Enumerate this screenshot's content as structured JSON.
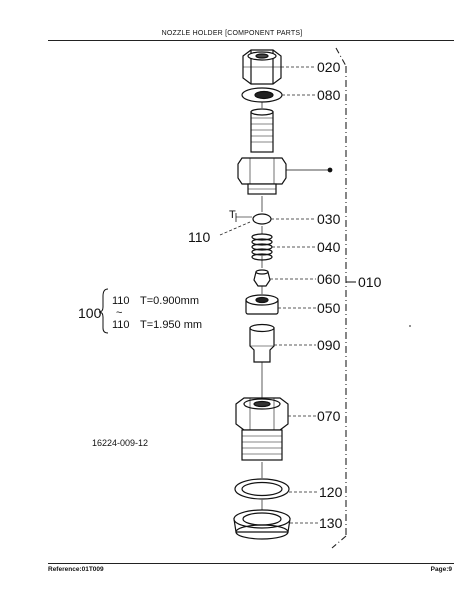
{
  "header": {
    "title": "NOZZLE HOLDER  [COMPONENT PARTS]"
  },
  "footer": {
    "reference": "Reference:01T009",
    "page": "Page:9"
  },
  "diagram": {
    "figure_code": "16224-009-12",
    "assembly_label": "010",
    "parts": {
      "p020": "020",
      "p080": "080",
      "p030": "030",
      "p110": "110",
      "p040": "040",
      "p060": "060",
      "p050": "050",
      "p090": "090",
      "p070": "070",
      "p120": "120",
      "p130": "130"
    },
    "t_marker": "T",
    "shim_group": {
      "label": "100",
      "tilde": "~",
      "row1_part": "110",
      "row1_spec": "T=0.900mm",
      "row2_part": "110",
      "row2_spec": "T=1.950 mm"
    }
  }
}
